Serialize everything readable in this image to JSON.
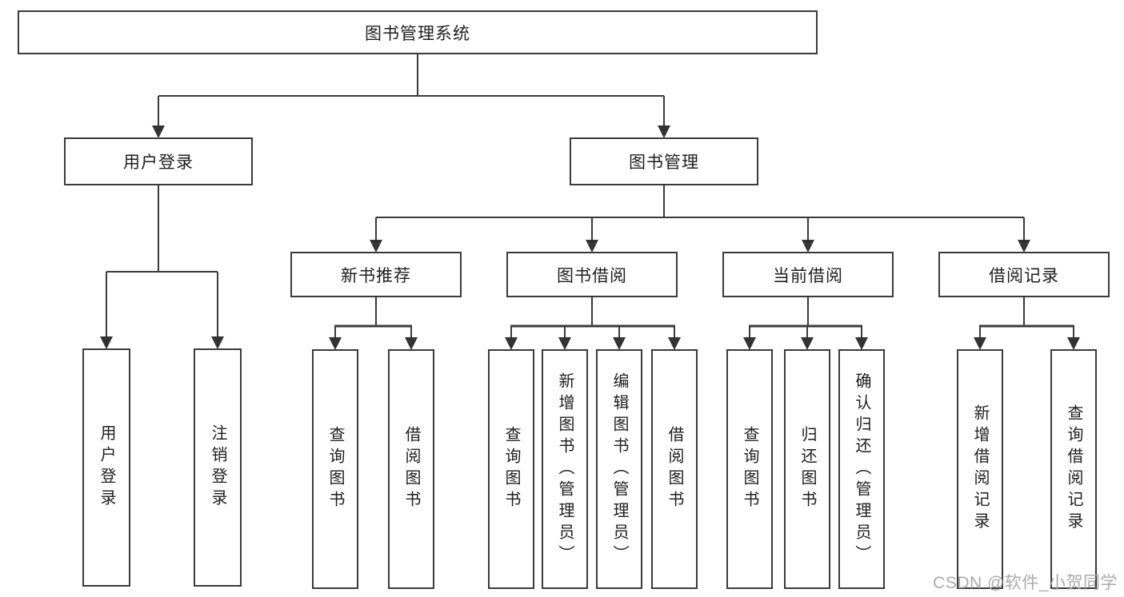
{
  "tree": {
    "root": {
      "label": "图书管理系统",
      "children": [
        {
          "label": "用户登录",
          "children": [
            {
              "label": "用户登录"
            },
            {
              "label": "注销登录"
            }
          ]
        },
        {
          "label": "图书管理",
          "children": [
            {
              "label": "新书推荐",
              "children": [
                {
                  "label": "查询图书"
                },
                {
                  "label": "借阅图书"
                }
              ]
            },
            {
              "label": "图书借阅",
              "children": [
                {
                  "label": "查询图书"
                },
                {
                  "label": "新增图书（管理员）"
                },
                {
                  "label": "编辑图书（管理员）"
                },
                {
                  "label": "借阅图书"
                }
              ]
            },
            {
              "label": "当前借阅",
              "children": [
                {
                  "label": "查询图书"
                },
                {
                  "label": "归还图书"
                },
                {
                  "label": "确认归还（管理员）"
                }
              ]
            },
            {
              "label": "借阅记录",
              "children": [
                {
                  "label": "新增借阅记录"
                },
                {
                  "label": "查询借阅记录"
                }
              ]
            }
          ]
        }
      ]
    }
  },
  "colors": {
    "line": "#3a3a3a",
    "box_border": "#3a3a3a",
    "text": "#1e1e1e",
    "watermark": "#a5a5a5"
  },
  "watermark": "CSDN @软件_小贺同学"
}
